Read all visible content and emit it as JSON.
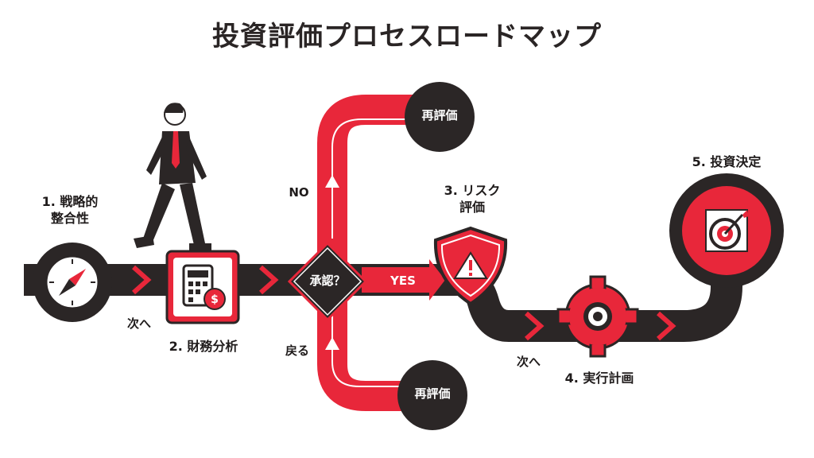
{
  "title": "投資評価プロセスロードマップ",
  "steps": {
    "s1": {
      "label_line1": "1. 戦略的",
      "label_line2": "整合性",
      "icon": "compass-icon"
    },
    "s2": {
      "label": "2. 財務分析",
      "icon": "calculator-coin-icon"
    },
    "s3": {
      "label_line1": "3. リスク",
      "label_line2": "評価",
      "icon": "warning-shield-icon"
    },
    "s4": {
      "label": "4. 実行計画",
      "icon": "gear-icon"
    },
    "s5": {
      "label": "5. 投資決定",
      "icon": "target-icon"
    }
  },
  "decision": {
    "label": "承認？"
  },
  "branches": {
    "yes": "YES",
    "no": "NO",
    "back": "戻る",
    "reeval_top": "再評価",
    "reeval_bottom": "再評価"
  },
  "connectors": {
    "next_1": "次へ",
    "next_2": "次へ"
  },
  "colors": {
    "accent": "#e8273a",
    "road": "#2b2626",
    "text": "#1f1b1b"
  }
}
